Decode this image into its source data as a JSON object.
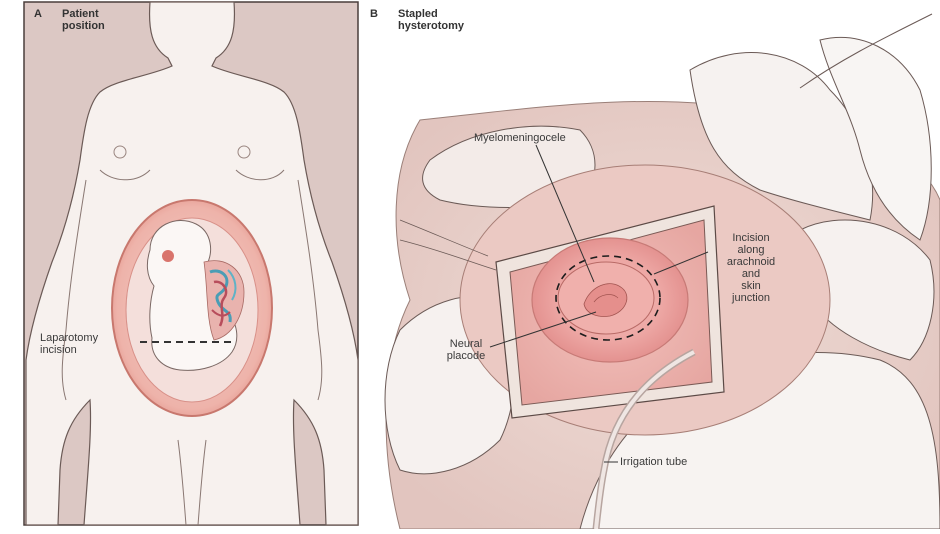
{
  "panel_a": {
    "letter": "A",
    "title_line1": "Patient",
    "title_line2": "position",
    "label_laparotomy_line1": "Laparotomy",
    "label_laparotomy_line2": "incision"
  },
  "panel_b": {
    "letter": "B",
    "title_line1": "Stapled",
    "title_line2": "hysterotomy",
    "label_myelomeningocele": "Myelomeningocele",
    "label_incision_line1": "Incision",
    "label_incision_line2": "along",
    "label_incision_line3": "arachnoid",
    "label_incision_line4": "and",
    "label_incision_line5": "skin",
    "label_incision_line6": "junction",
    "label_neural_line1": "Neural",
    "label_neural_line2": "placode",
    "label_irrigation": "Irrigation tube"
  },
  "colors": {
    "panel_a_bg": "#dcc8c4",
    "skin": "#f7f1ee",
    "uterus": "#e8a49a",
    "pink_tissue": "#f0b8b3",
    "deep_pink": "#e08a86",
    "outline": "#5a4a46"
  }
}
